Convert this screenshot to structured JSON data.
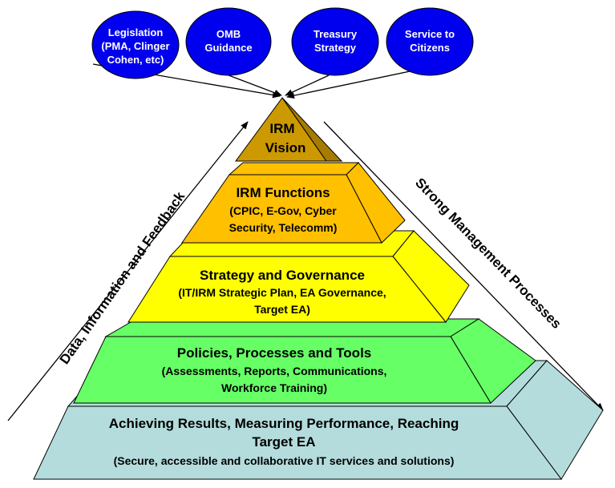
{
  "inputs": [
    {
      "id": "legislation",
      "lines": [
        "Legislation",
        "(PMA, Clinger",
        "Cohen, etc)"
      ]
    },
    {
      "id": "omb",
      "lines": [
        "OMB",
        "Guidance"
      ]
    },
    {
      "id": "treasury",
      "lines": [
        "Treasury",
        "Strategy"
      ]
    },
    {
      "id": "service",
      "lines": [
        "Service to",
        "Citizens"
      ]
    }
  ],
  "tiers": [
    {
      "id": "vision",
      "title_lines": [
        "IRM",
        "Vision"
      ],
      "sub_lines": []
    },
    {
      "id": "functions",
      "title_lines": [
        "IRM Functions"
      ],
      "sub_lines": [
        "(CPIC, E-Gov, Cyber",
        "Security, Telecomm)"
      ]
    },
    {
      "id": "strategy",
      "title_lines": [
        "Strategy and Governance"
      ],
      "sub_lines": [
        "(IT/IRM Strategic Plan, EA Governance,",
        "Target EA)"
      ]
    },
    {
      "id": "policies",
      "title_lines": [
        "Policies, Processes and Tools"
      ],
      "sub_lines": [
        "(Assessments, Reports, Communications,",
        "Workforce Training)"
      ]
    },
    {
      "id": "results",
      "title_lines": [
        "Achieving Results, Measuring Performance, Reaching",
        "Target EA"
      ],
      "sub_lines": [
        "(Secure, accessible and collaborative IT services and solutions)"
      ]
    }
  ],
  "side_labels": {
    "left": "Data, Information and Feedback",
    "right": "Strong Management Processes"
  },
  "colors": {
    "oval_fill": "#0000ee",
    "vision": "#cc9900",
    "functions": "#ffc000",
    "strategy": "#ffff00",
    "policies": "#66ff66",
    "results": "#b4dcdc"
  }
}
